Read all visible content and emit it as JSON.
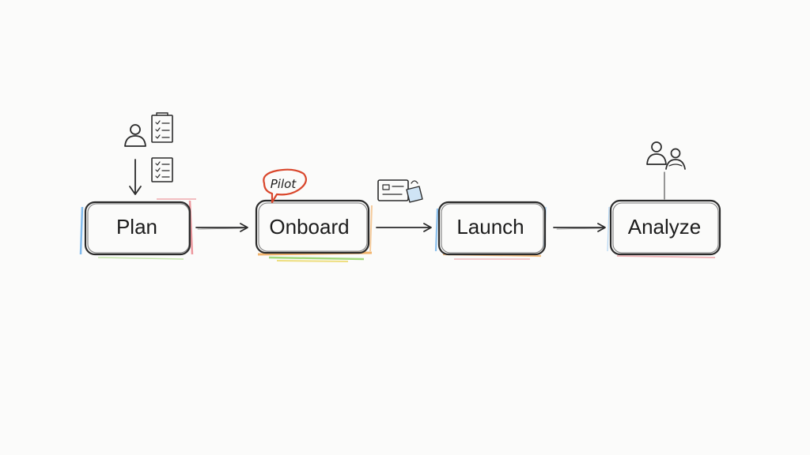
{
  "diagram": {
    "steps": [
      {
        "id": "plan",
        "label": "Plan",
        "icon": "person-checklist-icon"
      },
      {
        "id": "onboard",
        "label": "Onboard",
        "icon": "pilot-badge-icon"
      },
      {
        "id": "launch",
        "label": "Launch",
        "icon": "device-card-icon"
      },
      {
        "id": "analyze",
        "label": "Analyze",
        "icon": "users-icon"
      }
    ],
    "annotation": {
      "label": "Pilot",
      "color": "#d9462b"
    },
    "accent_colors": {
      "blue": "#5aa6e8",
      "red": "#e8757d",
      "orange": "#f0a24a",
      "green": "#8ccf5a",
      "yellow": "#e8d24a"
    },
    "connectors": [
      "Plan → Onboard",
      "Onboard → Launch",
      "Launch → Analyze"
    ]
  }
}
